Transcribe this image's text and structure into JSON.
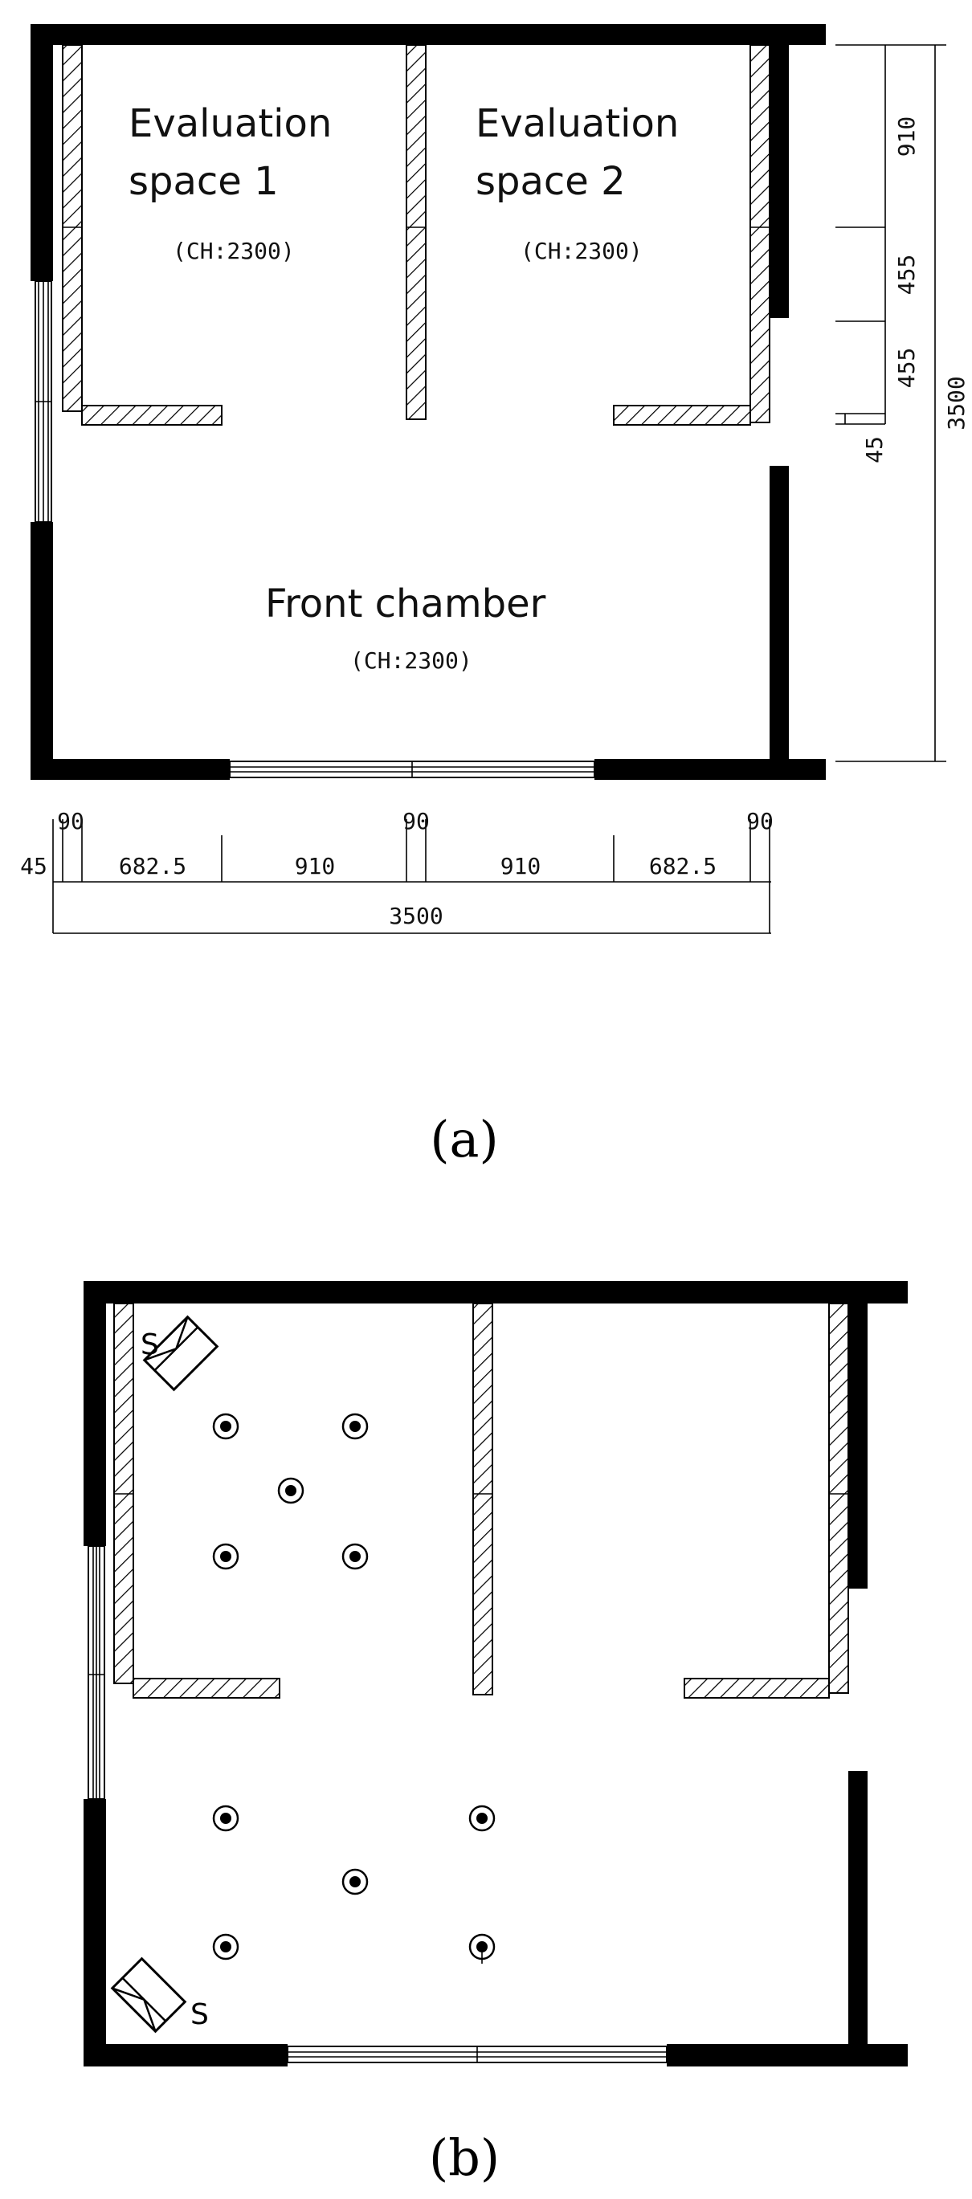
{
  "panel_a": {
    "caption": "(a)",
    "rooms": {
      "evaluation_1": {
        "line1": "Evaluation",
        "line2": "space 1",
        "ceiling": "(CH:2300)"
      },
      "evaluation_2": {
        "line1": "Evaluation",
        "line2": "space 2",
        "ceiling": "(CH:2300)"
      },
      "front": {
        "name": "Front chamber",
        "ceiling": "(CH:2300)"
      }
    },
    "dimensions_right": {
      "seg1": "910",
      "seg2": "455",
      "seg3": "455",
      "seg4": "45",
      "total": "3500"
    },
    "dimensions_bottom": {
      "wall_left": "90",
      "wall_mid": "90",
      "wall_right": "90",
      "edge": "45",
      "seg1": "682.5",
      "seg2": "910",
      "seg3": "910",
      "seg4": "682.5",
      "total": "3500"
    }
  },
  "panel_b": {
    "caption": "(b)",
    "sensor_label": "S",
    "sensor_label_2": "S"
  },
  "colors": {
    "wall": "#000000",
    "background": "#ffffff"
  }
}
